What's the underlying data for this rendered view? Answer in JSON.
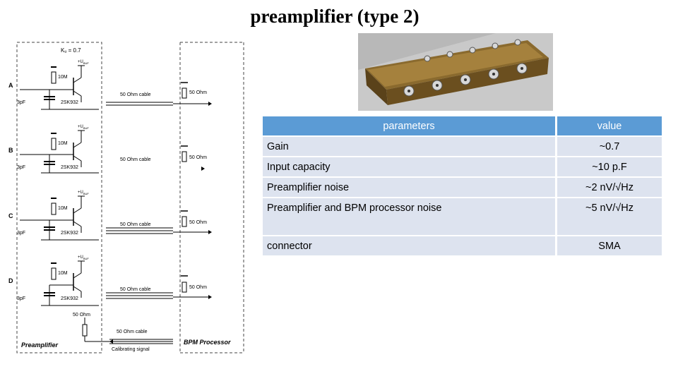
{
  "title": "preamplifier (type 2)",
  "schematic": {
    "k_label": "Kᵤ = 0.7",
    "supply_label": "+U",
    "supply_sub": "BUF",
    "channel_labels": [
      "A",
      "B",
      "C",
      "D"
    ],
    "resistor_label": "10M",
    "capacitor_label": "3pF",
    "transistor_label": "2SK932",
    "cable_label": "50 Ohm cable",
    "load_label": "50 Ohm",
    "calib_load_label": "50 Ohm",
    "calib_cable_label": "50 Ohm cable",
    "calib_signal_label": "Calibrating signal",
    "preamp_label": "Preamplifier",
    "processor_label": "BPM Processor"
  },
  "table": {
    "header": {
      "param": "parameters",
      "value": "value"
    },
    "rows": [
      {
        "param": "Gain",
        "value": "~0.7"
      },
      {
        "param": "Input capacity",
        "value": "~10 p.F"
      },
      {
        "param": "Preamplifier noise",
        "value": "~2 nV/√Hz"
      },
      {
        "param": "Preamplifier and BPM processor noise",
        "value": "~5 nV/√Hz"
      },
      {
        "param": "connector",
        "value": "SMA"
      }
    ]
  }
}
